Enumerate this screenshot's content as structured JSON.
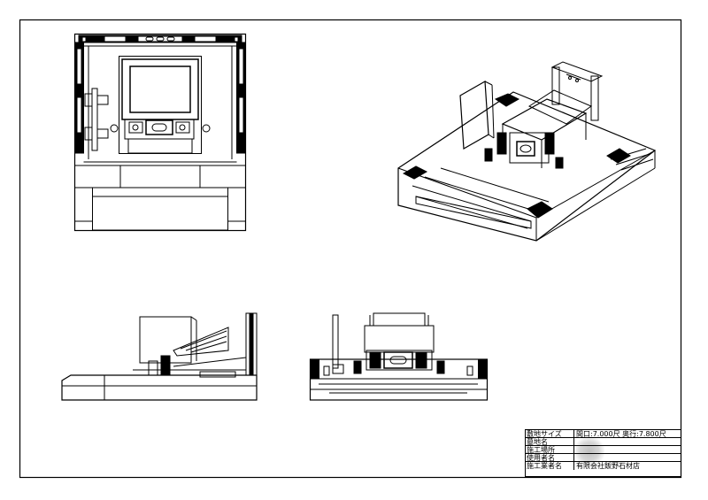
{
  "title_block": {
    "rows": [
      {
        "label": "敷地サイズ",
        "value": "間口:7.000尺 奥行:7.800尺"
      },
      {
        "label": "墓地名",
        "value": ""
      },
      {
        "label": "施工場所",
        "value": ""
      },
      {
        "label": "使用者名",
        "value": ""
      },
      {
        "label": "施工業者名",
        "value": "有限会社飯野石材店"
      }
    ]
  },
  "colors": {
    "line": "#000000",
    "background": "#ffffff",
    "redaction": "#c8c8c8"
  }
}
